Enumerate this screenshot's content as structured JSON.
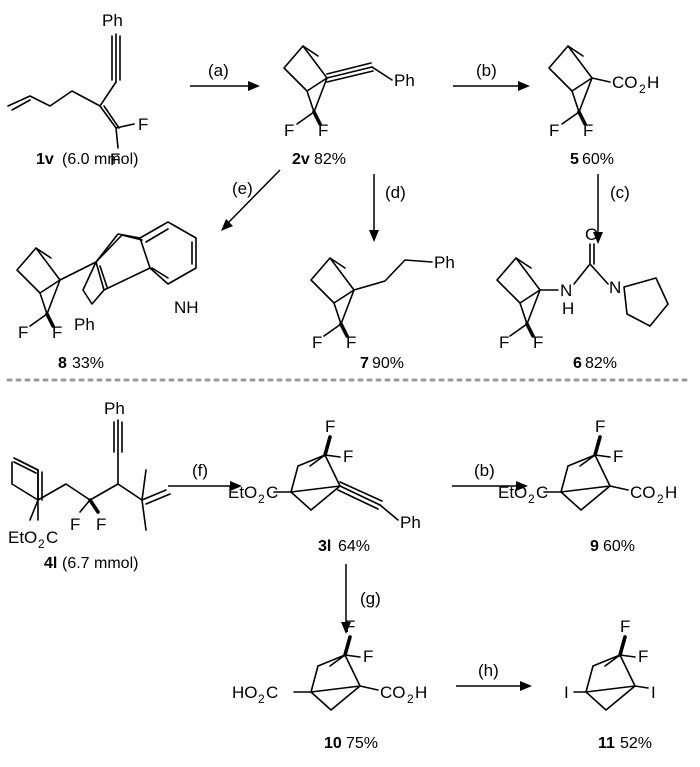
{
  "conditions": {
    "a": "(a)",
    "b": "(b)",
    "c": "(c)",
    "d": "(d)",
    "e": "(e)",
    "f": "(f)",
    "b2": "(b)",
    "g": "(g)",
    "h": "(h)"
  },
  "compounds": {
    "c1v": {
      "id": "1v",
      "note": "(6.0 mmol)"
    },
    "c2v": {
      "id": "2v",
      "note": "82%"
    },
    "c5": {
      "id": "5",
      "note": "60%"
    },
    "c8": {
      "id": "8",
      "note": "33%"
    },
    "c7": {
      "id": "7",
      "note": "90%"
    },
    "c6": {
      "id": "6",
      "note": "82%"
    },
    "c4l": {
      "id": "4l",
      "note": "(6.7 mmol)"
    },
    "c3l": {
      "id": "3l",
      "note": "64%"
    },
    "c9": {
      "id": "9",
      "note": "60%"
    },
    "c10": {
      "id": "10",
      "note": "75%"
    },
    "c11": {
      "id": "11",
      "note": "52%"
    }
  },
  "atoms": {
    "ph": "Ph",
    "f": "F",
    "o": "O",
    "n": "N",
    "nh": "NH",
    "h": "H",
    "i": "I",
    "co2": "CO",
    "two": "2",
    "eto2c_a": "EtO",
    "eto2c_b": "C",
    "ho2c_a": "HO",
    "ho2c_b": "C"
  }
}
